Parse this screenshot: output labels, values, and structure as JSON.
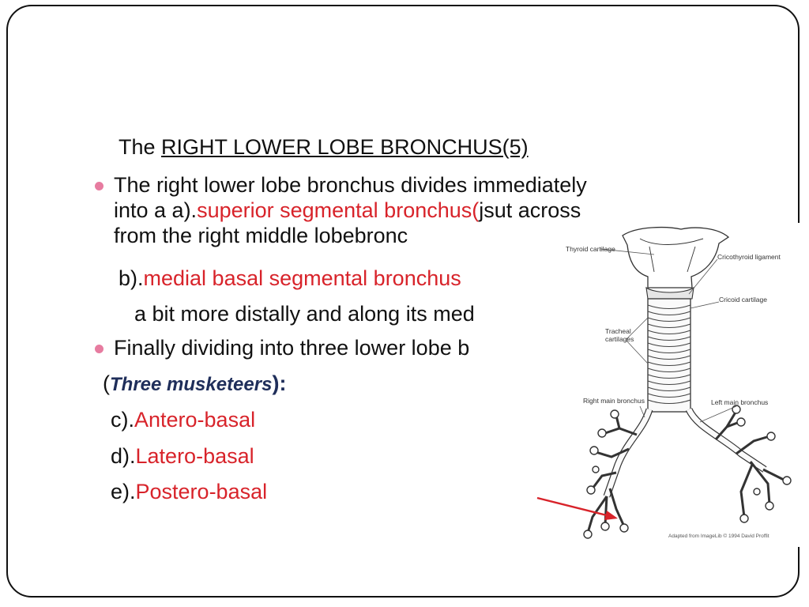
{
  "slide": {
    "title_prefix": "The ",
    "title_underlined": "RIGHT LOWER LOBE BRONCHUS(5)",
    "b1_l1": "The right lower lobe bronchus divides  immediately",
    "b1_l2_a": "into a a).",
    "b1_l2_red": "superior segmental bronchus(",
    "b1_l2_b": "jsut across",
    "b1_l3": "from the right middle            lobebronc",
    "b_prefix": "b).",
    "b_red": "medial basal segmental bronchus",
    "b_cont": "a bit more distally and along its med",
    "b2": "Finally dividing into three lower lobe b",
    "mus_open": "(",
    "mus_text": "Three musketeers",
    "mus_close": "):",
    "c_prefix": "c).",
    "c_red": "Antero-basal",
    "d_prefix": "d).",
    "d_red": "Latero-basal",
    "e_prefix": "e).",
    "e_red": "Postero-basal"
  },
  "figure": {
    "labels": {
      "thyroid": "Thyroid cartilage",
      "cricothyroid": "Cricothyroid ligament",
      "cricoid": "Cricoid cartilage",
      "tracheal1": "Tracheal",
      "tracheal2": "cartilages",
      "right_main": "Right main bronchus",
      "left_main": "Left main bronchus",
      "credit": "Adapted from ImageLib © 1994 David Proffit"
    }
  },
  "colors": {
    "accent_red": "#d8232a",
    "bullet_pink": "#e77ca0",
    "navy": "#1f2e5a"
  }
}
